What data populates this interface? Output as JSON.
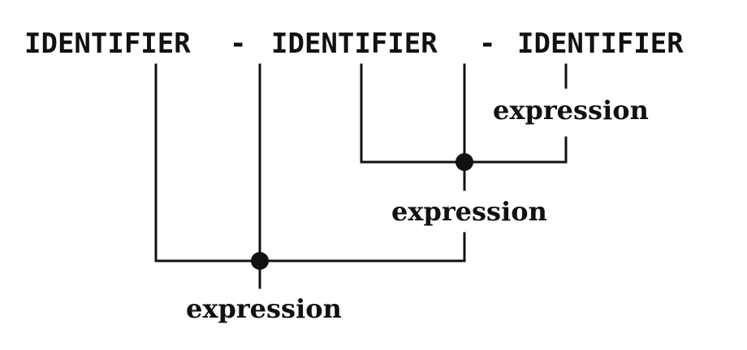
{
  "tokens": {
    "first": "IDENTIFIER",
    "op1": "-",
    "second": "IDENTIFIER",
    "op2": "-",
    "third": "IDENTIFIER"
  },
  "labels": {
    "expr_third": "expression",
    "expr_inner": "expression",
    "expr_outer": "expression"
  }
}
